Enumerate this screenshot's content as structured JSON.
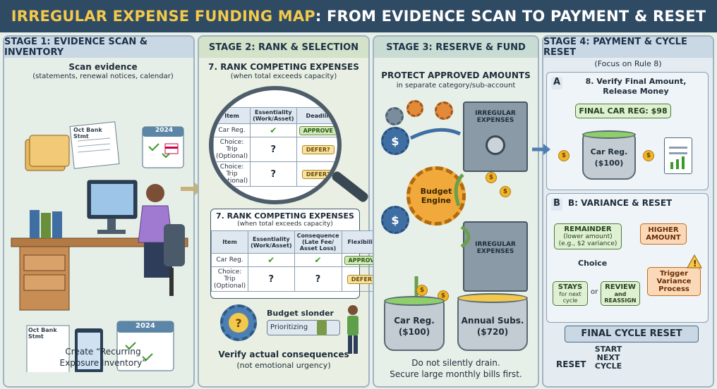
{
  "title": {
    "part1": "IRREGULAR EXPENSE FUNDING MAP",
    "part2": ": FROM EVIDENCE SCAN TO PAYMENT & RESET"
  },
  "stage1": {
    "heading": "STAGE 1: EVIDENCE SCAN & INVENTORY",
    "scan_title": "Scan evidence",
    "scan_sub": "(statements, renewal notices, calendar)",
    "paper_label": "Oct Bank Stmt",
    "calendar_year": "2024",
    "paper_label2": "Oct Bank Stmt",
    "calendar_year2": "2024",
    "create_line1": "Create “Recurring",
    "create_line2": "Exposure Inventory”"
  },
  "stage2": {
    "heading": "STAGE 2: RANK & SELECTION",
    "rank_title": "7. RANK COMPETING EXPENSES",
    "rank_sub": "(when total exceeds capacity)",
    "lens_headers": [
      "Item",
      "Essentiality (Work/Asset)",
      "Deadlin"
    ],
    "lens_rows": [
      {
        "item": "Car Reg.",
        "ess": "✔",
        "action": "APPROVE"
      },
      {
        "item": "Choice: Trip (Optional)",
        "ess": "?",
        "action": "DEFER?"
      },
      {
        "item": "Choice: Trip (Optional)",
        "ess": "?",
        "action": "DEFER?"
      }
    ],
    "card_title": "7. RANK COMPETING EXPENSES",
    "card_sub": "(when total exceeds capacity)",
    "card_headers": [
      "Item",
      "Essentiality (Work/Asset)",
      "Consequence (Late Fee/ Asset Loss)",
      "Flexibility"
    ],
    "card_rows": [
      {
        "item": "Car Reg.",
        "ess": "✔",
        "cons": "✔",
        "flex": "APPROVE"
      },
      {
        "item": "Choice: Trip (Optional)",
        "ess": "?",
        "cons": "?",
        "flex": "DEFER?"
      }
    ],
    "slider_title": "Budget slonder",
    "slider_label": "Prioritizing",
    "verify_line1": "Verify actual consequences",
    "verify_line2": "(not emotional urgency)"
  },
  "stage3": {
    "heading": "STAGE 3: RESERVE & FUND",
    "protect_line1": "PROTECT APPROVED AMOUNTS",
    "protect_line2": "in separate category/sub-account",
    "safe1_label": "IRREGULAR EXPENSES",
    "safe2_label": "IRREGULAR EXPENSES",
    "engine_label": "Budget Engine",
    "pot1_name": "Car Reg.",
    "pot1_amt": "($100)",
    "pot2_name": "Annual Subs.",
    "pot2_amt": "($720)",
    "note_line1": "Do not silently drain.",
    "note_line2": "Secure large monthly bills first."
  },
  "stage4": {
    "heading": "STAGE 4: PAYMENT & CYCLE RESET",
    "focus": "(Focus on Rule 8)",
    "a_letter": "A",
    "a_title_line1": "8. Verify Final Amount,",
    "a_title_line2": "Release Money",
    "final_reg": "FINAL CAR REG: $98",
    "pot_name": "Car Reg.",
    "pot_amt": "($100)",
    "b_letter": "B",
    "b_title": "B: VARIANCE & RESET",
    "remainder_title": "REMAINDER",
    "remainder_sub1": "(lower amount)",
    "remainder_sub2": "(e.g., $2 variance)",
    "higher": "HIGHER AMOUNT",
    "choice": "Choice",
    "stays": "STAYS",
    "stays_sub": "for next cycle",
    "or": "or",
    "review": "REVIEW",
    "review_sub": "and REASSIGN",
    "trigger": "Trigger Variance Process",
    "final_reset": "FINAL CYCLE RESET",
    "reset": "RESET",
    "start_next": "START NEXT CYCLE"
  },
  "colors": {
    "title_bg": "#2f4a63",
    "title_accent": "#f2c94c",
    "approve": "#cfe9b8",
    "defer": "#f8e2a0",
    "coin": "#f0b52a"
  },
  "icons": [
    "folder-icon",
    "calendar-icon",
    "computer-icon",
    "person-icon",
    "magnifier-icon",
    "gear-icon",
    "safe-icon",
    "coin-icon",
    "pot-icon",
    "clipboard-icon",
    "warning-icon",
    "arrow-icon"
  ]
}
